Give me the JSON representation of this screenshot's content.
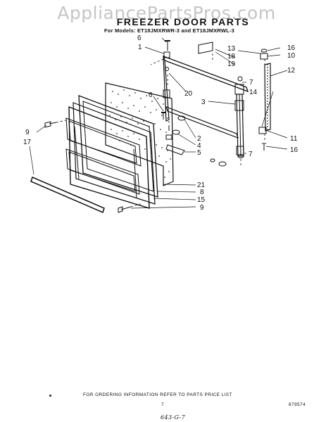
{
  "watermark": "AppliancePartsPros.com",
  "title": "FREEZER DOOR PARTS",
  "models": "For Models: ET18JMXRWR-3  and ET18JMXRWL-3",
  "footer": {
    "ordering": "FOR ORDERING INFORMATION REFER TO PARTS PRICE LIST",
    "page": "7",
    "code": "879574",
    "handwritten": "643-G-7"
  },
  "callouts": {
    "c1": "1",
    "c2": "2",
    "c3": "3",
    "c4": "4",
    "c5": "5",
    "c6a": "6",
    "c6b": "6",
    "c7a": "7",
    "c7b": "7",
    "c8": "8",
    "c9a": "9",
    "c9b": "9",
    "c10": "10",
    "c11": "11",
    "c12": "12",
    "c13": "13",
    "c14": "14",
    "c15": "15",
    "c16a": "16",
    "c16b": "16",
    "c17": "17",
    "c18": "18",
    "c19": "19",
    "c20": "20",
    "c21": "21"
  }
}
